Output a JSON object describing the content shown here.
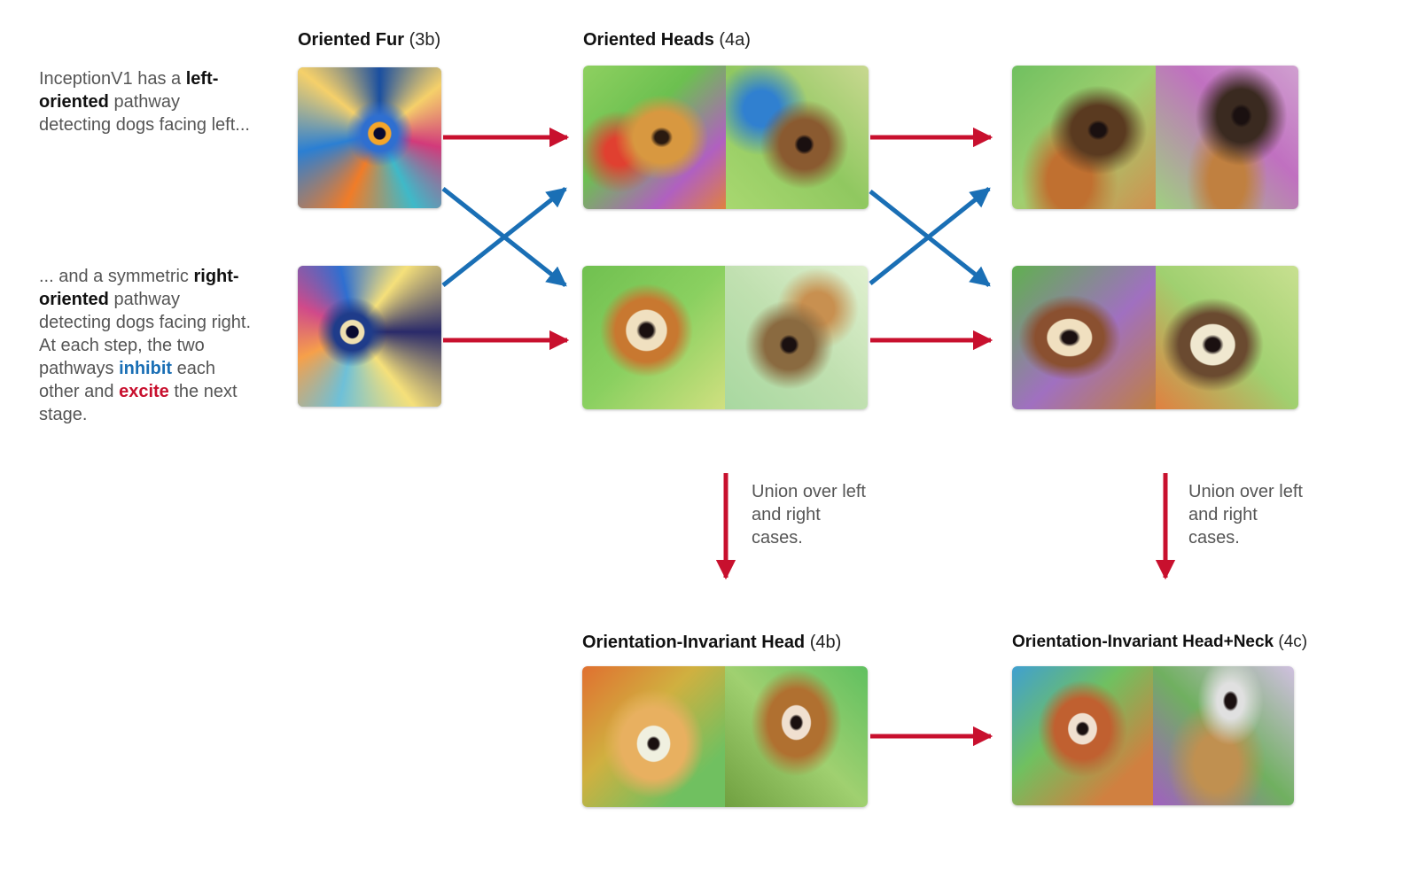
{
  "left_text": {
    "p1": {
      "pre": "InceptionV1 has a ",
      "bold": "left-oriented",
      "post": " pathway detecting dogs facing left..."
    },
    "p2": {
      "pre": "... and a symmetric ",
      "bold": "right-oriented",
      "mid": " pathway detecting dogs facing right. At each step, the two pathways ",
      "inhibit": "inhibit",
      "mid2": " each other and ",
      "excite": "excite",
      "post": " the next stage."
    }
  },
  "labels": {
    "fur": {
      "name": "Oriented Fur",
      "layer": "(3b)"
    },
    "heads": {
      "name": "Oriented Heads",
      "layer": "(4a)"
    },
    "inv_head": {
      "name": "Orientation-Invariant Head",
      "layer": "(4b)"
    },
    "inv_neck": {
      "name": "Orientation-Invariant Head+Neck",
      "layer": "(4c)"
    }
  },
  "union_text": "Union over left and right cases.",
  "colors": {
    "excite": "#c8102e",
    "inhibit": "#1a6fb5"
  },
  "visualizations": {
    "fur_left": "feature-visualization-left-fur",
    "fur_right": "feature-visualization-right-fur",
    "head_left_1": "feature-visualization-dog-head-left",
    "head_left_2": "feature-visualization-dog-head-left",
    "head_right_1": "feature-visualization-dog-head-right",
    "head_right_2": "feature-visualization-dog-head-right",
    "neck_left_1": "feature-visualization-dog-head-neck-left",
    "neck_left_2": "feature-visualization-dog-head-neck-left",
    "neck_right_1": "feature-visualization-dog-head-neck-right",
    "neck_right_2": "feature-visualization-dog-head-neck-right",
    "invhead_1": "feature-visualization-dog-face",
    "invhead_2": "feature-visualization-dog-face",
    "invneck_1": "feature-visualization-dog-head-neck",
    "invneck_2": "feature-visualization-dog-head-neck"
  }
}
